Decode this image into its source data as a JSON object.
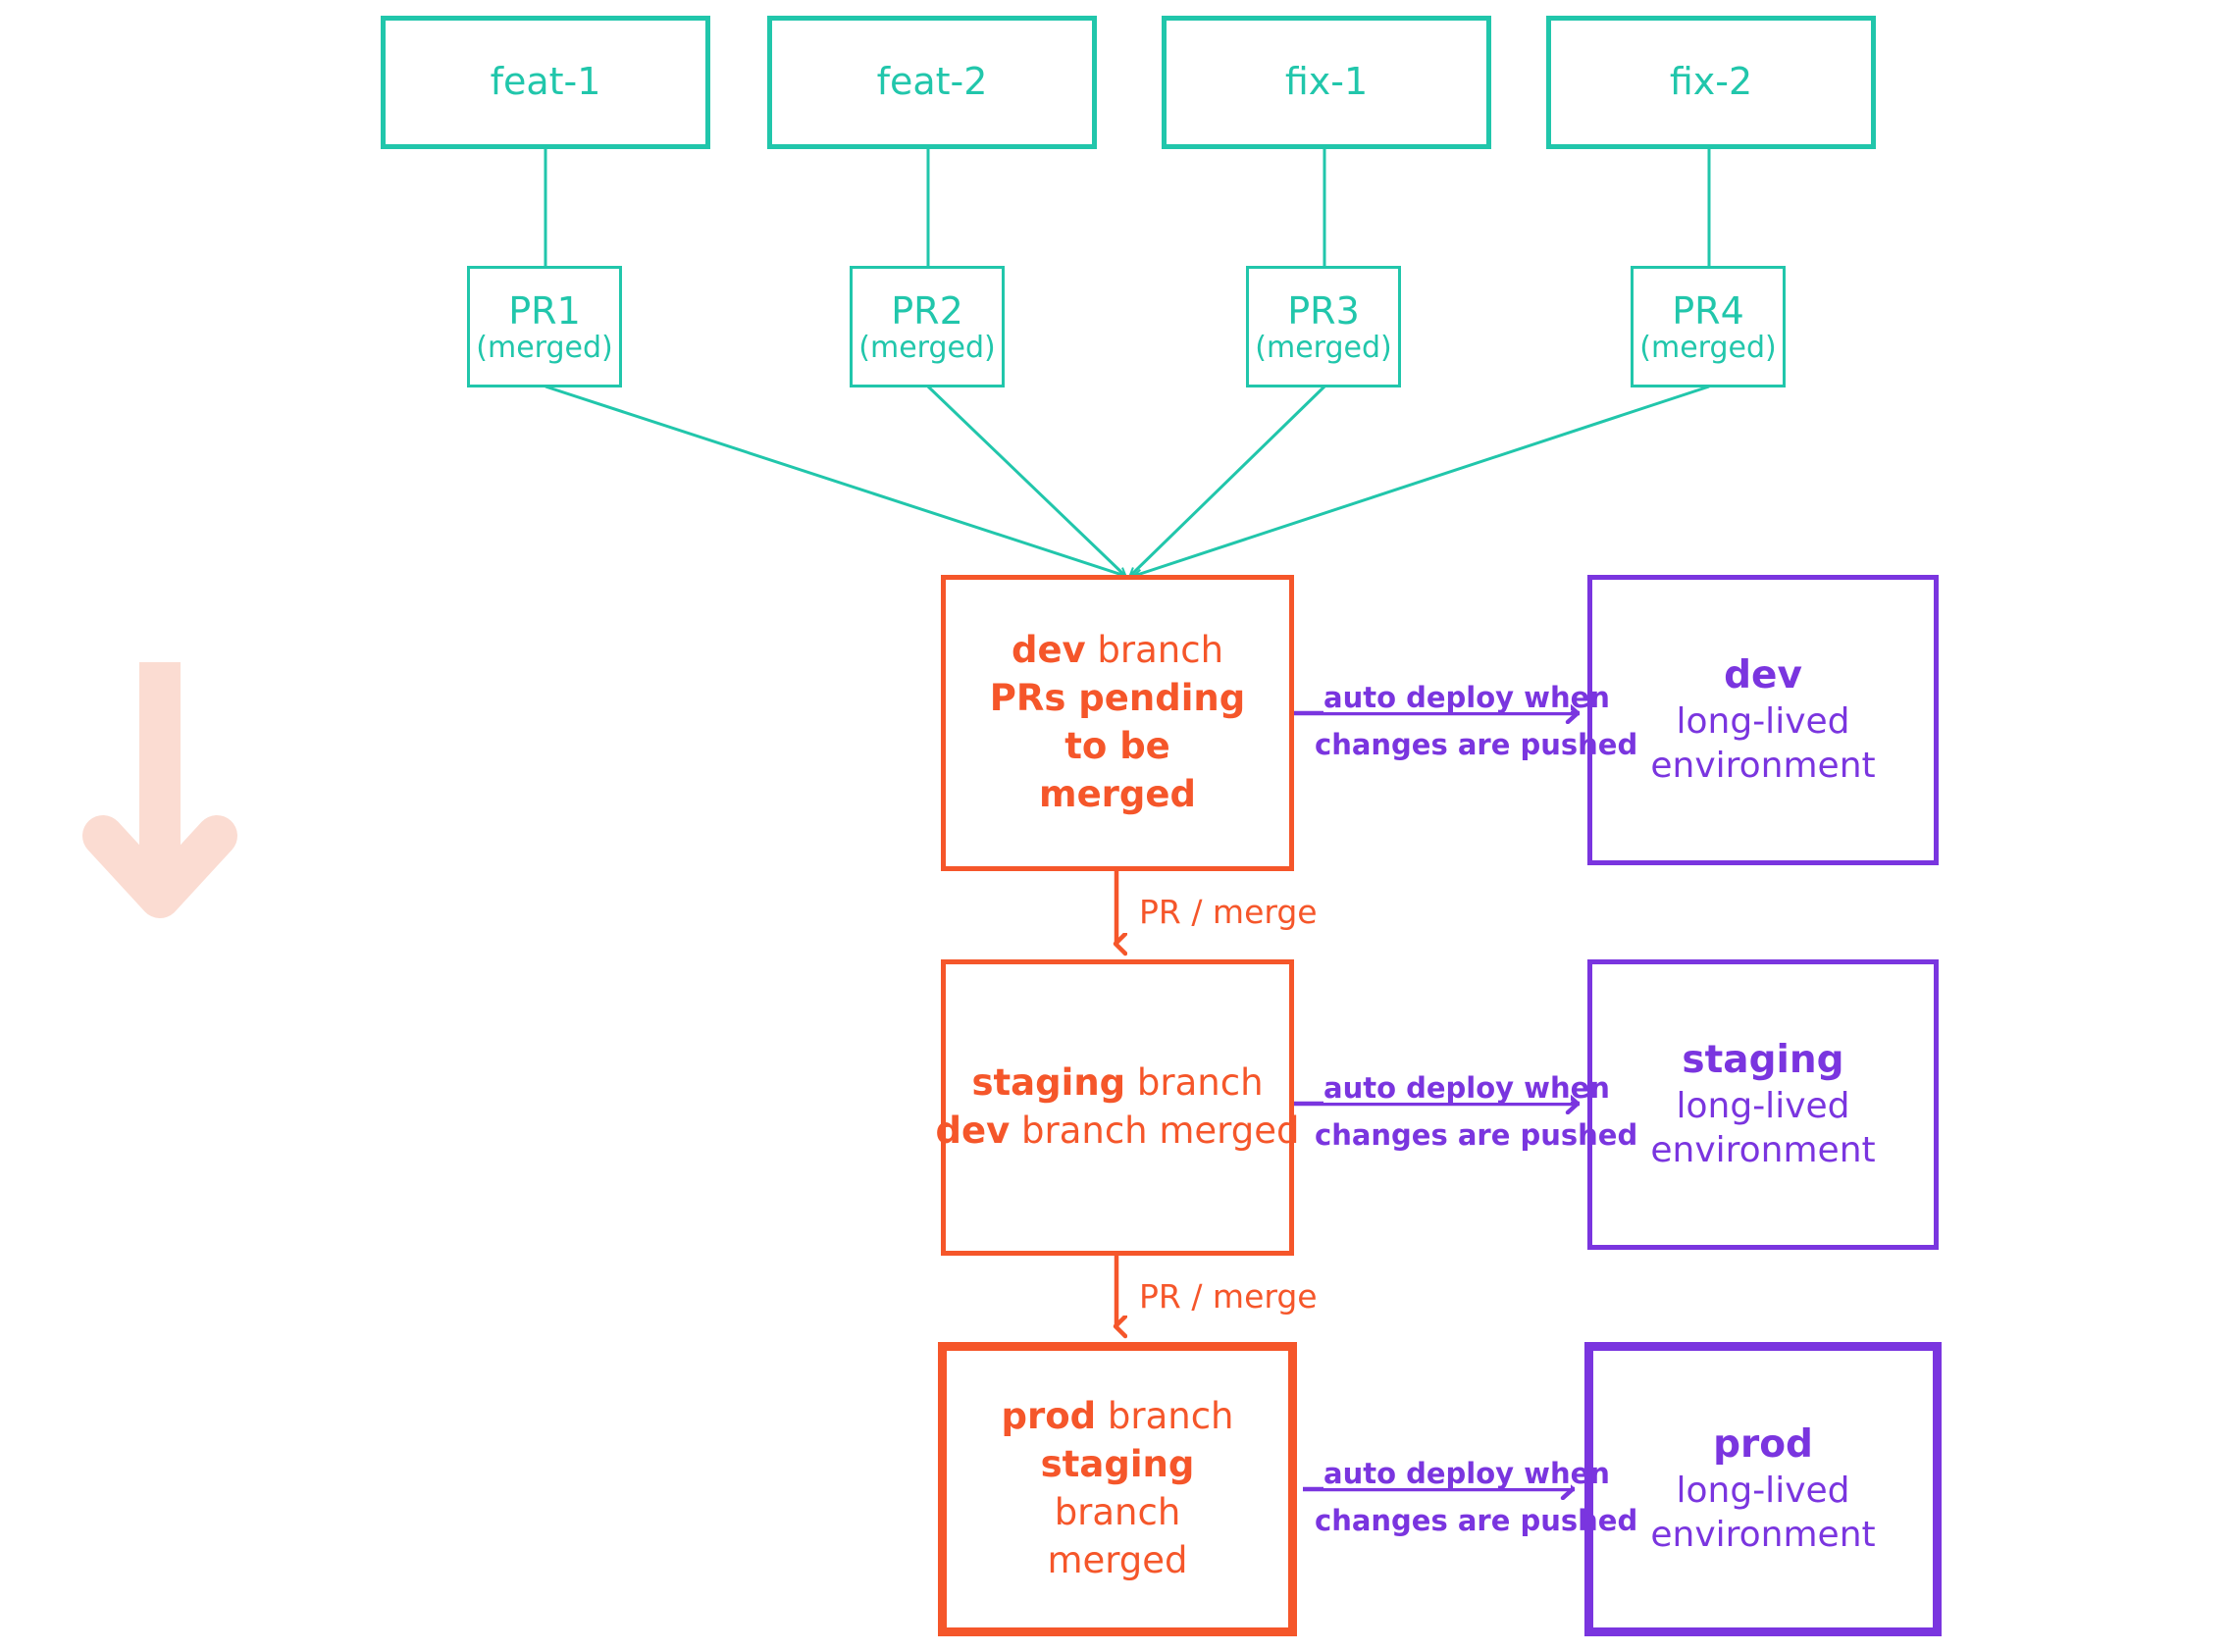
{
  "diagram": {
    "title": "Git branching and environment deployment flow",
    "colors": {
      "teal": "#21c6ab",
      "orange": "#f5562a",
      "purple": "#7a35df",
      "pale_arrow": "#fbdcd2",
      "background": "#ffffff"
    }
  },
  "feature_branches": [
    {
      "label": "feat-1"
    },
    {
      "label": "feat-2"
    },
    {
      "label": "fix-1"
    },
    {
      "label": "fix-2"
    }
  ],
  "pull_requests": [
    {
      "title": "PR1",
      "status": "(merged)"
    },
    {
      "title": "PR2",
      "status": "(merged)"
    },
    {
      "title": "PR3",
      "status": "(merged)"
    },
    {
      "title": "PR4",
      "status": "(merged)"
    }
  ],
  "git_branches": [
    {
      "name": "dev",
      "suffix": " branch",
      "description": "PRs pending to be merged",
      "description_bold_prefix": "",
      "description_rest": "PRs pending to be merged"
    },
    {
      "name": "staging",
      "suffix": " branch",
      "description": "dev branch merged",
      "description_bold_prefix": "dev",
      "description_rest": " branch merged"
    },
    {
      "name": "prod",
      "suffix": " branch",
      "description": "staging branch merged",
      "description_bold_prefix": "staging",
      "description_rest": " branch merged"
    }
  ],
  "environments": [
    {
      "name": "dev",
      "subtitle_line1": "long-lived",
      "subtitle_line2": "environment"
    },
    {
      "name": "staging",
      "subtitle_line1": "long-lived",
      "subtitle_line2": "environment"
    },
    {
      "name": "prod",
      "subtitle_line1": "long-lived",
      "subtitle_line2": "environment"
    }
  ],
  "deploy_labels": [
    {
      "above": "auto deploy when",
      "below": "changes are pushed"
    },
    {
      "above": "auto deploy when",
      "below": "changes are pushed"
    },
    {
      "above": "auto deploy when",
      "below": "changes are pushed"
    }
  ],
  "merge_labels": [
    {
      "text": "PR / merge"
    },
    {
      "text": "PR / merge"
    }
  ],
  "flow_arrow": {
    "name": "downward-flow-arrow",
    "direction": "down",
    "color": "#fbdcd2"
  }
}
